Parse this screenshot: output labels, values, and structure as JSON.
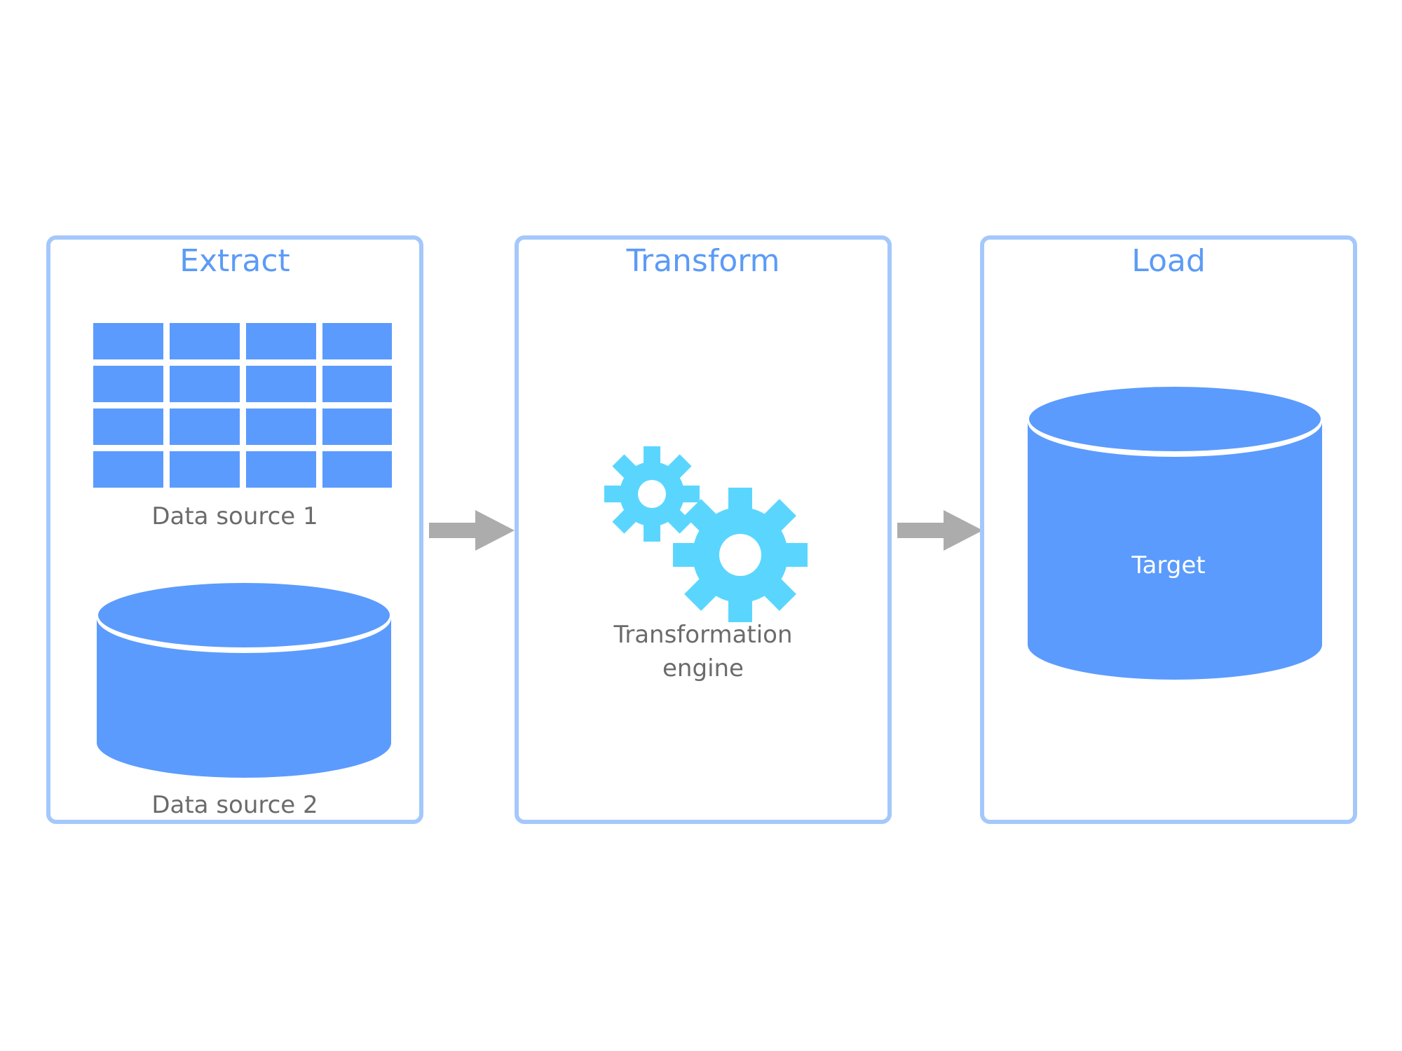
{
  "diagram": {
    "stages": [
      {
        "title": "Extract"
      },
      {
        "title": "Transform"
      },
      {
        "title": "Load"
      }
    ],
    "extract": {
      "source1_label": "Data source 1",
      "source2_label": "Data source 2"
    },
    "transform": {
      "engine_label": "Transformation engine"
    },
    "load": {
      "target_label": "Target"
    },
    "colors": {
      "panel_border": "#a4c8fb",
      "title_text": "#5b9bf7",
      "shape_fill": "#5b9bfd",
      "gear_fill": "#5ad6fe",
      "arrow_fill": "#acacac",
      "label_text": "#6b6b6b"
    },
    "icons": [
      "table-icon",
      "database-icon",
      "gears-icon",
      "arrow-right-icon"
    ]
  }
}
